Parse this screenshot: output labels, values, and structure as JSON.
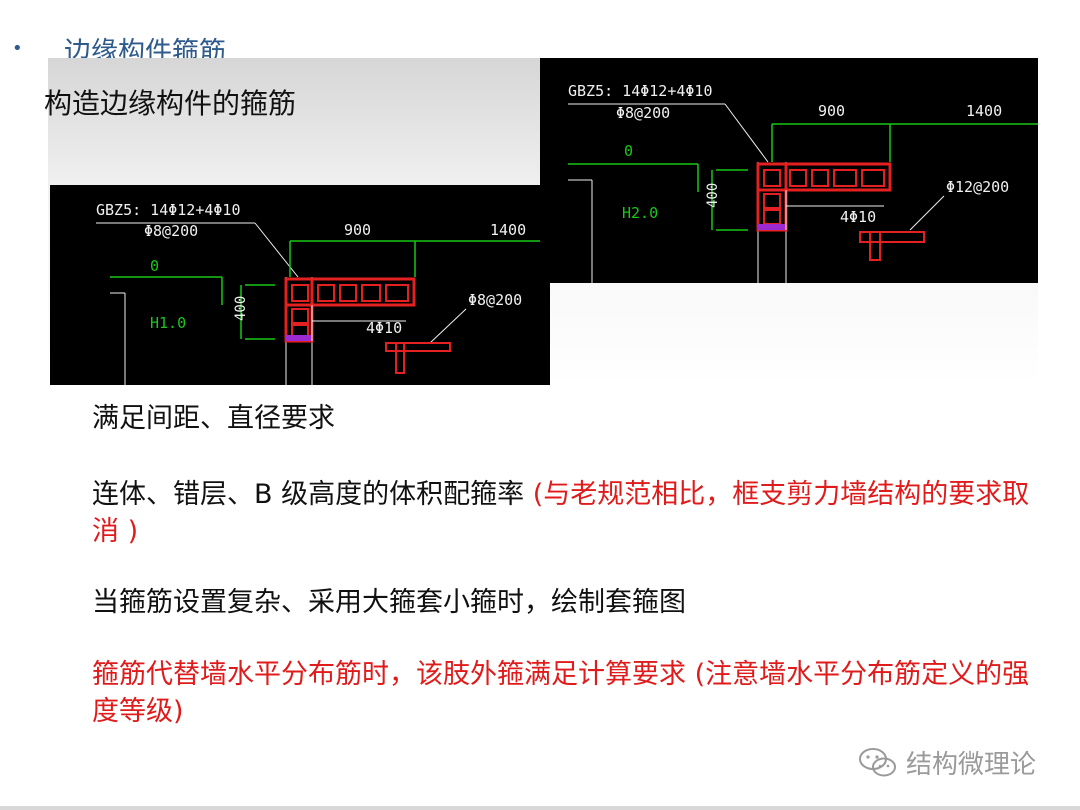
{
  "slide": {
    "bullet": "•",
    "heading": "边缘构件箍筋",
    "subheading": "构造边缘构件的箍筋"
  },
  "drawing_left": {
    "label_gbz": "GBZ5: 14Φ12+4Φ10",
    "label_stirrup": "Φ8@200",
    "dim_900": "900",
    "dim_1400": "1400",
    "dim_400": "400",
    "zero": "0",
    "h_label": "H1.0",
    "bar_label": "4Φ10",
    "tie_label": "Φ8@200"
  },
  "drawing_right": {
    "label_gbz": "GBZ5: 14Φ12+4Φ10",
    "label_stirrup": "Φ8@200",
    "dim_900": "900",
    "dim_1400": "1400",
    "dim_400": "400",
    "zero": "0",
    "h_label": "H2.0",
    "bar_label": "4Φ10",
    "tie_label": "Φ12@200"
  },
  "paragraphs": {
    "p1": "满足间距、直径要求",
    "p2_black": "连体、错层、B 级高度的体积配箍率 ",
    "p2_red": "(与老规范相比，框支剪力墙结构的要求取消 )",
    "p3": "当箍筋设置复杂、采用大箍套小箍时，绘制套箍图",
    "p4": "箍筋代替墙水平分布筋时，该肢外箍满足计算要求 (注意墙水平分布筋定义的强度等级)"
  },
  "watermark": {
    "text": "结构微理论",
    "icon": "wechat-icon"
  },
  "colors": {
    "heading": "#2f5b8c",
    "red_text": "#e01b1b",
    "cad_bg": "#000000",
    "cad_green": "#18c818",
    "cad_red": "#e52020",
    "cad_white": "#f0f0f0"
  }
}
